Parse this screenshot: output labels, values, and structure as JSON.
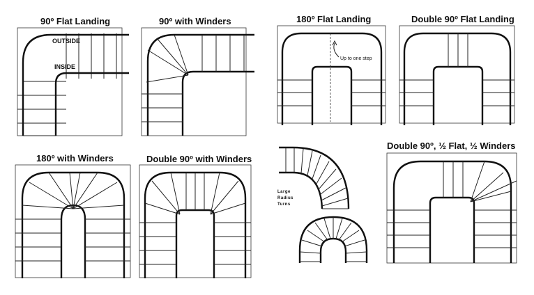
{
  "panels": {
    "p1": {
      "title": "90º Flat Landing",
      "outside": "OUTSIDE",
      "inside": "INSIDE"
    },
    "p2": {
      "title": "90º with Winders"
    },
    "p3": {
      "title": "180º Flat Landing",
      "note": "Up to one step"
    },
    "p4": {
      "title": "Double 90º Flat Landing"
    },
    "p5": {
      "title": "180º with Winders"
    },
    "p6": {
      "title": "Double 90º with Winders"
    },
    "p7": {
      "label_lines": [
        "Large",
        "Radius",
        "Turns"
      ]
    },
    "p8": {
      "title": "Double 90º, ½ Flat, ½ Winders"
    }
  }
}
